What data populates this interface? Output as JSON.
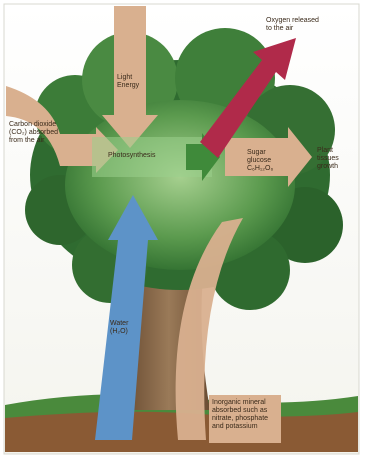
{
  "labels": {
    "oxygen": [
      "Oxygen released",
      "to the air"
    ],
    "light": [
      "Light",
      "Energy"
    ],
    "co2": [
      "Carbon dioxide",
      "(CO₂) absorbed",
      "from the air"
    ],
    "photosynthesis": "Photosynthesis",
    "sugar": [
      "Sugar",
      "glucose",
      "C₆H₁₂O₆"
    ],
    "growth": [
      "Plant",
      "tissues",
      "growth"
    ],
    "water": [
      "Water",
      "(H₂O)"
    ],
    "minerals": [
      "Inorganic mineral",
      "absorbed such as",
      "nitrate, phosphate",
      "and potassium"
    ]
  },
  "colors": {
    "tan_arrow": "#d9b08f",
    "oxygen_arrow": "#b02a4a",
    "water_arrow": "#5d93c8",
    "green_arrow": "#3f8a3a",
    "foliage_dark": "#2e6b2f",
    "foliage_light": "#8fc27e",
    "trunk": "#8a6a4a",
    "soil": "#7a4d2c",
    "grass": "#3c7d3a"
  }
}
